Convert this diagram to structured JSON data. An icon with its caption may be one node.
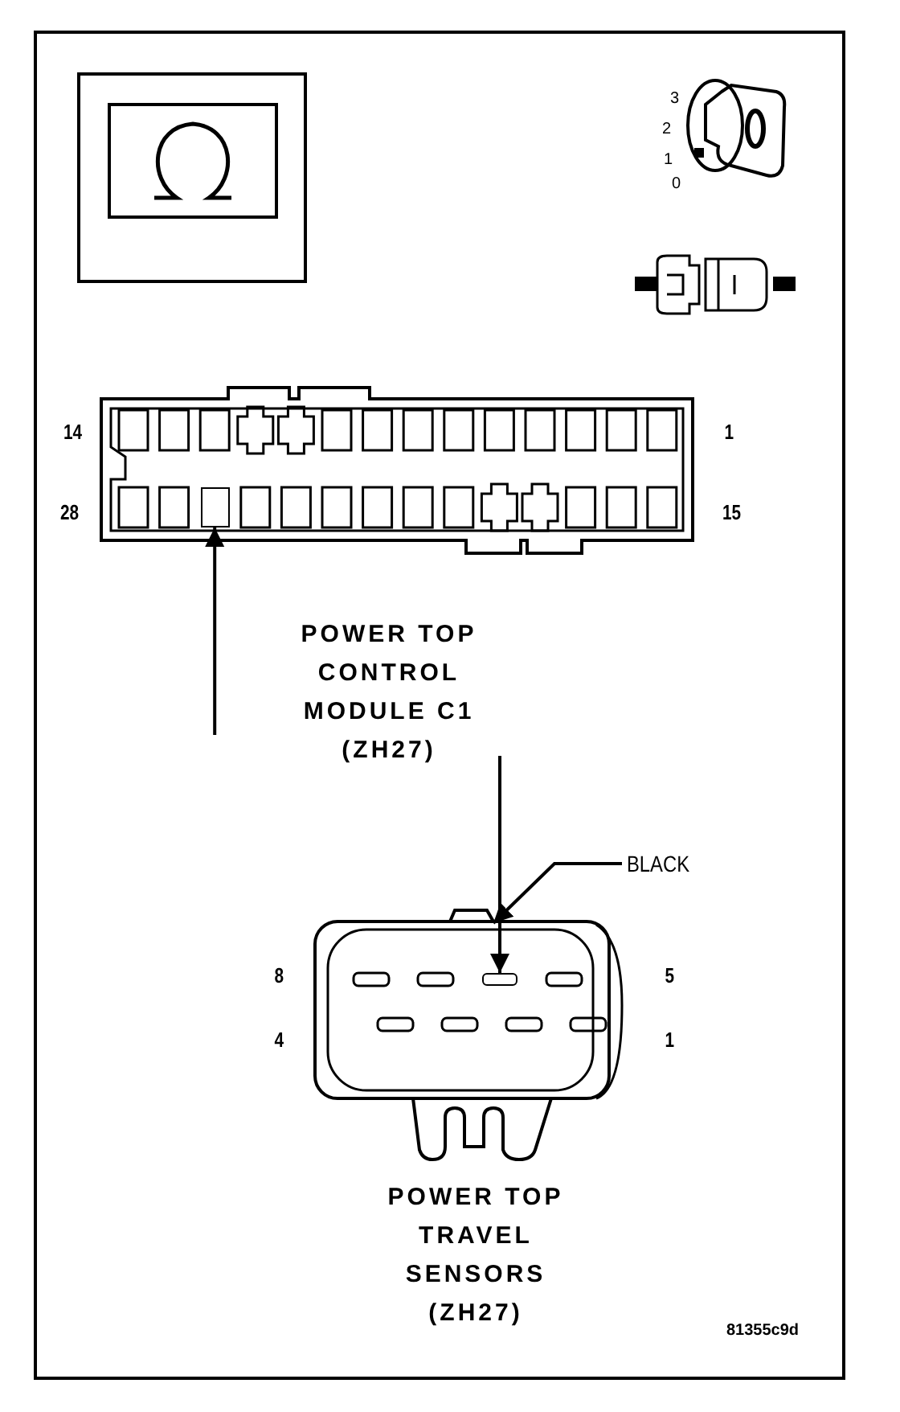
{
  "diagram": {
    "nodes": [
      {
        "text": [],
        "shape": "box",
        "beside": [
          "14",
          "1",
          "28",
          "15"
        ]
      },
      {
        "text": [],
        "shape": "box",
        "in": 0
      },
      {
        "text": [],
        "shape": "box",
        "beside": [
          "8",
          "5",
          "4",
          "1"
        ]
      },
      {
        "text": [],
        "shape": "box",
        "in": 2
      },
      {
        "text": [
          "BLACK"
        ]
      }
    ],
    "edges": [
      {
        "from": null,
        "to": 1,
        "arrow": "to"
      },
      {
        "from": null,
        "to": 3,
        "arrow": "to"
      },
      {
        "from": 4,
        "to": 2,
        "arrow": "to"
      }
    ],
    "labels": [
      "3",
      "2",
      "1",
      "0",
      "POWER TOP CONTROL MODULE C1 (ZH27)",
      "POWER TOP TRAVEL SENSORS (ZH27)",
      "81355c9d"
    ]
  }
}
